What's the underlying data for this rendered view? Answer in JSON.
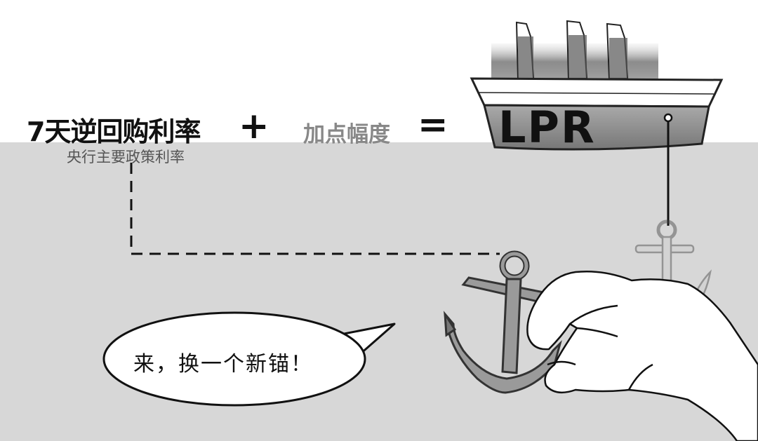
{
  "formula": {
    "term1": "7天逆回购利率",
    "term1_note": "央行主要政策利率",
    "plus_symbol": "+",
    "term2": "加点幅度",
    "equals_symbol": "=",
    "result": "LPR"
  },
  "speech_bubble": {
    "text": "来，换一个新锚！"
  },
  "colors": {
    "background": "#ffffff",
    "water": "#d7d7d7",
    "hull_band": "#888888",
    "text_dark": "#111111",
    "text_gray": "#888888"
  },
  "icons": [
    "ship-illustration",
    "old-anchor-icon",
    "new-anchor-icon",
    "hand-illustration"
  ]
}
